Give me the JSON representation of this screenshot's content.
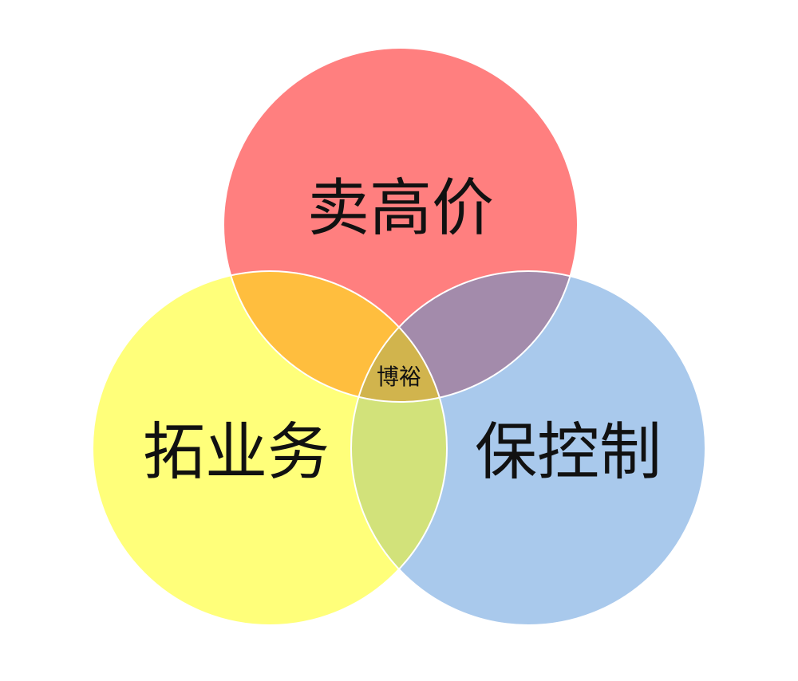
{
  "venn": {
    "top": {
      "label": "卖高价",
      "color": "#FF7F7F"
    },
    "left": {
      "label": "拓业务",
      "color": "#FFFF7A"
    },
    "right": {
      "label": "保控制",
      "color": "#A9C9EC"
    },
    "overlaps": {
      "top_left_color": "#FFBE3E",
      "top_right_color": "#A38BAB",
      "left_right_color": "#D2E27A",
      "center_color": "#D1B44D"
    },
    "center": {
      "label": "博裕"
    }
  }
}
